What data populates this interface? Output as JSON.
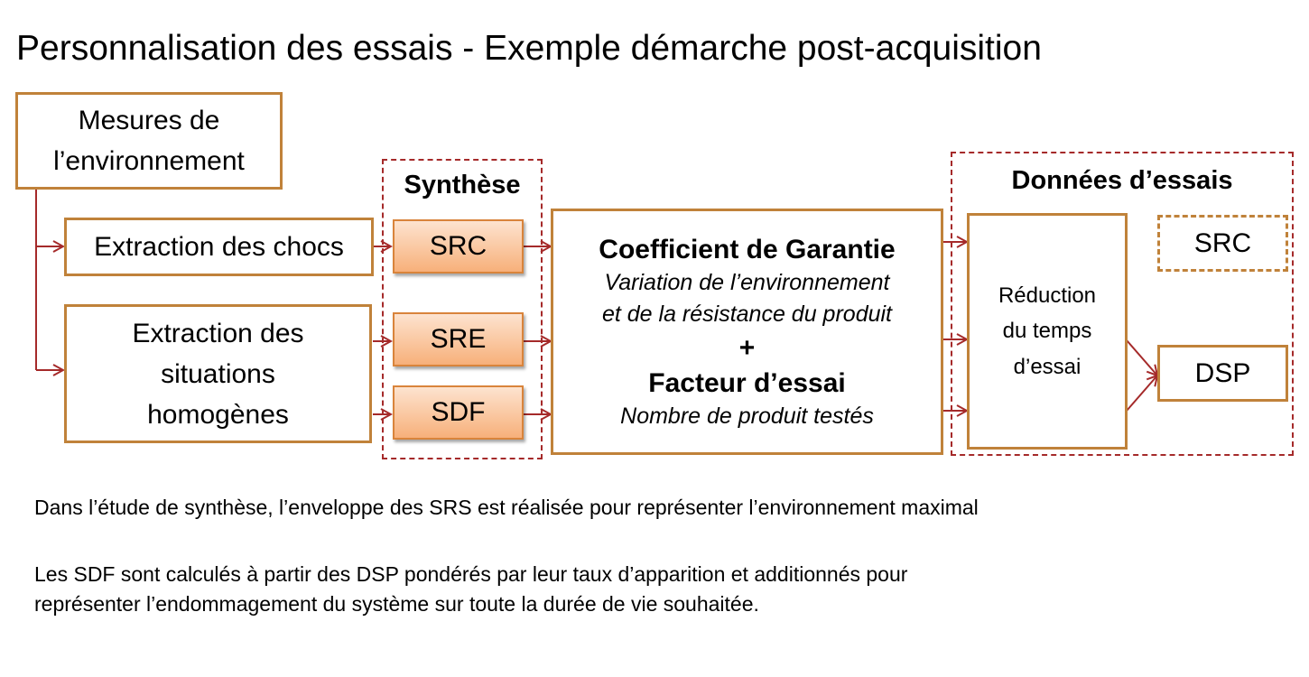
{
  "title": "Personnalisation des essais - Exemple démarche post-acquisition",
  "boxes": {
    "mesures": [
      "Mesures de",
      "l’environnement"
    ],
    "chocs": "Extraction des chocs",
    "situations": [
      "Extraction des",
      "situations",
      "homogènes"
    ]
  },
  "synthese": {
    "label": "Synthèse",
    "items": [
      "SRC",
      "SRE",
      "SDF"
    ]
  },
  "coefficient": {
    "title": "Coefficient de Garantie",
    "line1": "Variation de l’environnement",
    "line2": "et de la résistance du produit",
    "plus": "+",
    "factor_title": "Facteur d’essai",
    "factor_line": "Nombre de produit testés"
  },
  "donnees": {
    "label": "Données d’essais",
    "reduction": [
      "Réduction",
      "du temps",
      "d’essai"
    ],
    "src": "SRC",
    "dsp": "DSP"
  },
  "notes": {
    "note1": "Dans l’étude de synthèse, l’enveloppe des SRS est réalisée pour représenter l’environnement maximal",
    "note2_line1": "Les SDF sont calculés à partir des DSP pondérés par leur taux d’apparition et additionnés pour",
    "note2_line2": "représenter l’endommagement du système sur toute la durée de vie souhaitée."
  },
  "colors": {
    "box_border": "#c0823a",
    "arrow": "#a52a2a",
    "fill_top": "#fde3cf",
    "fill_bottom": "#f7b07a"
  }
}
